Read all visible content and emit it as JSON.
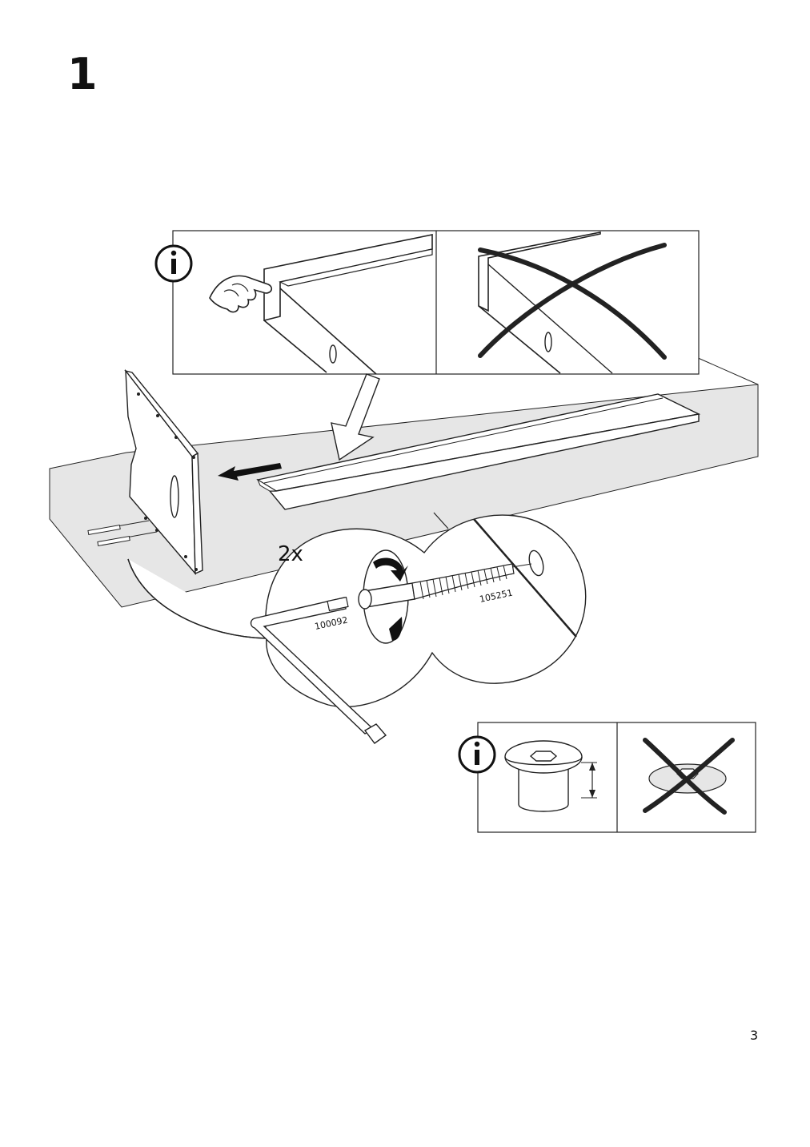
{
  "step": {
    "number": "1"
  },
  "illustration": {
    "quantity_label": "2x",
    "part_number_hex_key": "100092",
    "part_number_screw": "105251",
    "info_icon_label": "i"
  },
  "page": {
    "number": "3"
  }
}
